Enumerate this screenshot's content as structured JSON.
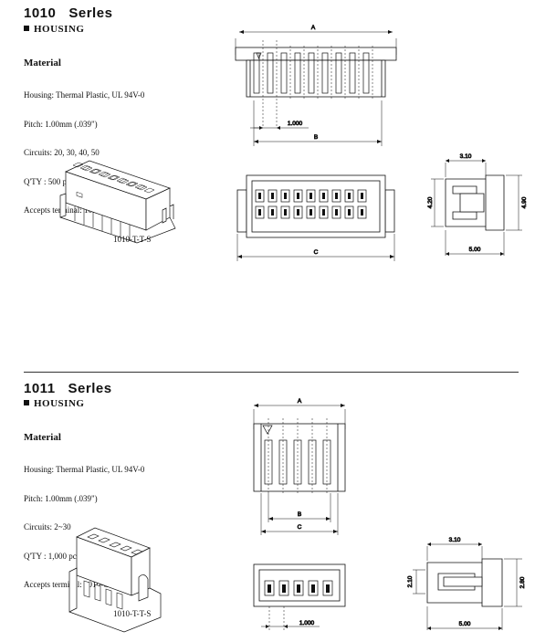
{
  "top": {
    "series_number": "1010",
    "series_word": "Serles",
    "subtitle": "HOUSING",
    "material_heading": "Material",
    "specs": [
      "Housing: Thermal Plastic, UL 94V-0",
      "Pitch: 1.00mm (.039\")",
      "Circuits: 20, 30, 40, 50",
      "Q'TY : 500 pcs/ bag",
      "Accepts terminal: 1010-G-P"
    ],
    "specs_extra": "1010-T-T-S",
    "dims": {
      "a": "A",
      "b": "B",
      "c": "C",
      "pitch": "1.000",
      "side_top": "3.10",
      "side_left": "4.20",
      "side_right": "4.90",
      "side_bottom": "5.00"
    }
  },
  "bottom": {
    "series_number": "1011",
    "series_word": "Serles",
    "subtitle": "HOUSING",
    "material_heading": "Material",
    "specs": [
      "Housing: Thermal Plastic, UL 94V-0",
      "Pitch: 1.00mm (.039\")",
      "Circuits: 2~30",
      "Q'TY : 1,000 pcs/ bag",
      "Accepts terminal: 1010-G-P"
    ],
    "specs_extra": "1010-T-T-S",
    "dims": {
      "a": "A",
      "b": "B",
      "c": "C",
      "pitch": "1.000",
      "side_top": "3.10",
      "side_left": "2.10",
      "side_right": "2.80",
      "side_bottom": "5.00"
    }
  }
}
